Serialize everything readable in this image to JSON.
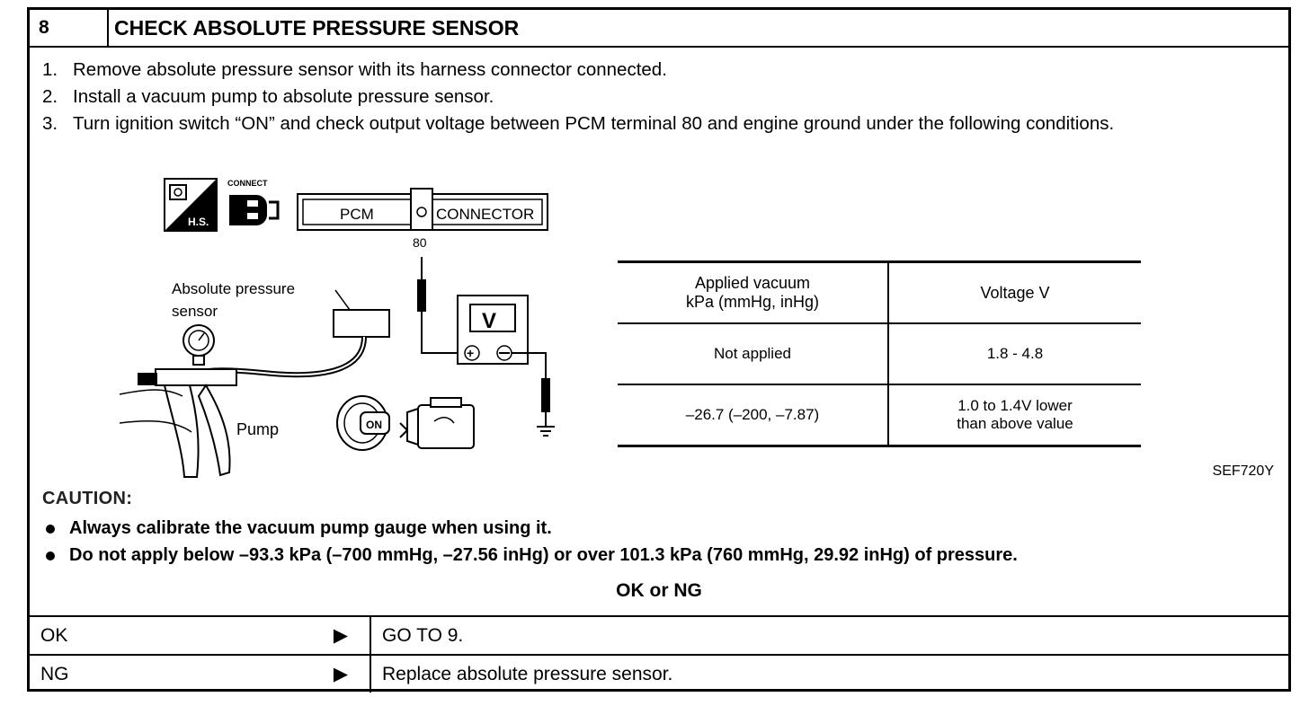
{
  "header": {
    "step_number": "8",
    "title": "CHECK ABSOLUTE PRESSURE SENSOR"
  },
  "steps": [
    {
      "num": "1.",
      "text": "Remove absolute pressure sensor with its harness connector connected."
    },
    {
      "num": "2.",
      "text": "Install a vacuum pump to absolute pressure sensor."
    },
    {
      "num": "3.",
      "text": "Turn ignition switch “ON” and check output voltage between PCM terminal 80 and engine ground under the following conditions."
    }
  ],
  "illustration": {
    "hs_label": "H.S.",
    "connect_label": "CONNECT",
    "pcm_label": "PCM",
    "connector_label": "CONNECTOR",
    "terminal": "80",
    "sensor_label_1": "Absolute  pressure",
    "sensor_label_2": "sensor",
    "pump_label": "Pump",
    "meter_label": "V",
    "key_label": "ON"
  },
  "voltage_table": {
    "header_col1_line1": "Applied vacuum",
    "header_col1_line2": "kPa (mmHg, inHg)",
    "header_col2": "Voltage V",
    "rows": [
      {
        "vacuum": "Not applied",
        "voltage_1": "1.8 - 4.8",
        "voltage_2": ""
      },
      {
        "vacuum": "–26.7 (–200, –7.87)",
        "voltage_1": "1.0 to 1.4V lower",
        "voltage_2": "than above value"
      }
    ]
  },
  "figure_id": "SEF720Y",
  "caution": {
    "title": "CAUTION:",
    "items": [
      "Always calibrate the vacuum pump gauge when using it.",
      "Do not apply below –93.3 kPa (–700 mmHg, –27.56 inHg) or over 101.3 kPa (760 mmHg, 29.92 inHg) of pressure."
    ]
  },
  "result_heading": "OK or NG",
  "results": [
    {
      "result": "OK",
      "arrow": "▶",
      "action": "GO TO 9."
    },
    {
      "result": "NG",
      "arrow": "▶",
      "action": "Replace absolute pressure sensor."
    }
  ]
}
